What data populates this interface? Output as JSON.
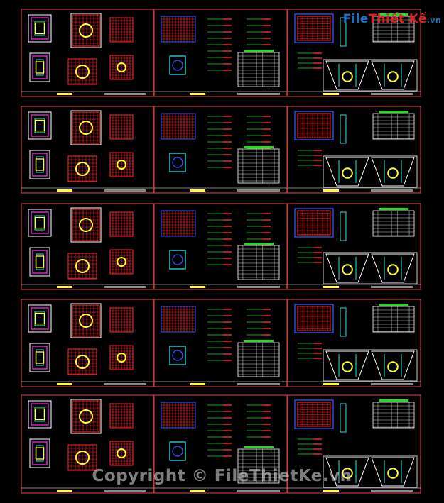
{
  "branding": {
    "logo_part1": "File",
    "logo_part2": "Thiết Kế",
    "logo_part3": ".vn"
  },
  "watermark": "Copyright © FileThietKe.vn",
  "colors": {
    "background": "#000000",
    "frame": "#c23a3a",
    "rebar": "#ff2a2a",
    "outline": "#ffffff",
    "accent_green": "#22dd22",
    "accent_yellow": "#ffff33",
    "accent_cyan": "#33dddd",
    "accent_blue": "#3355ff",
    "accent_magenta": "#ff33ff"
  },
  "sheets": {
    "rows": 5,
    "columns": 3
  }
}
